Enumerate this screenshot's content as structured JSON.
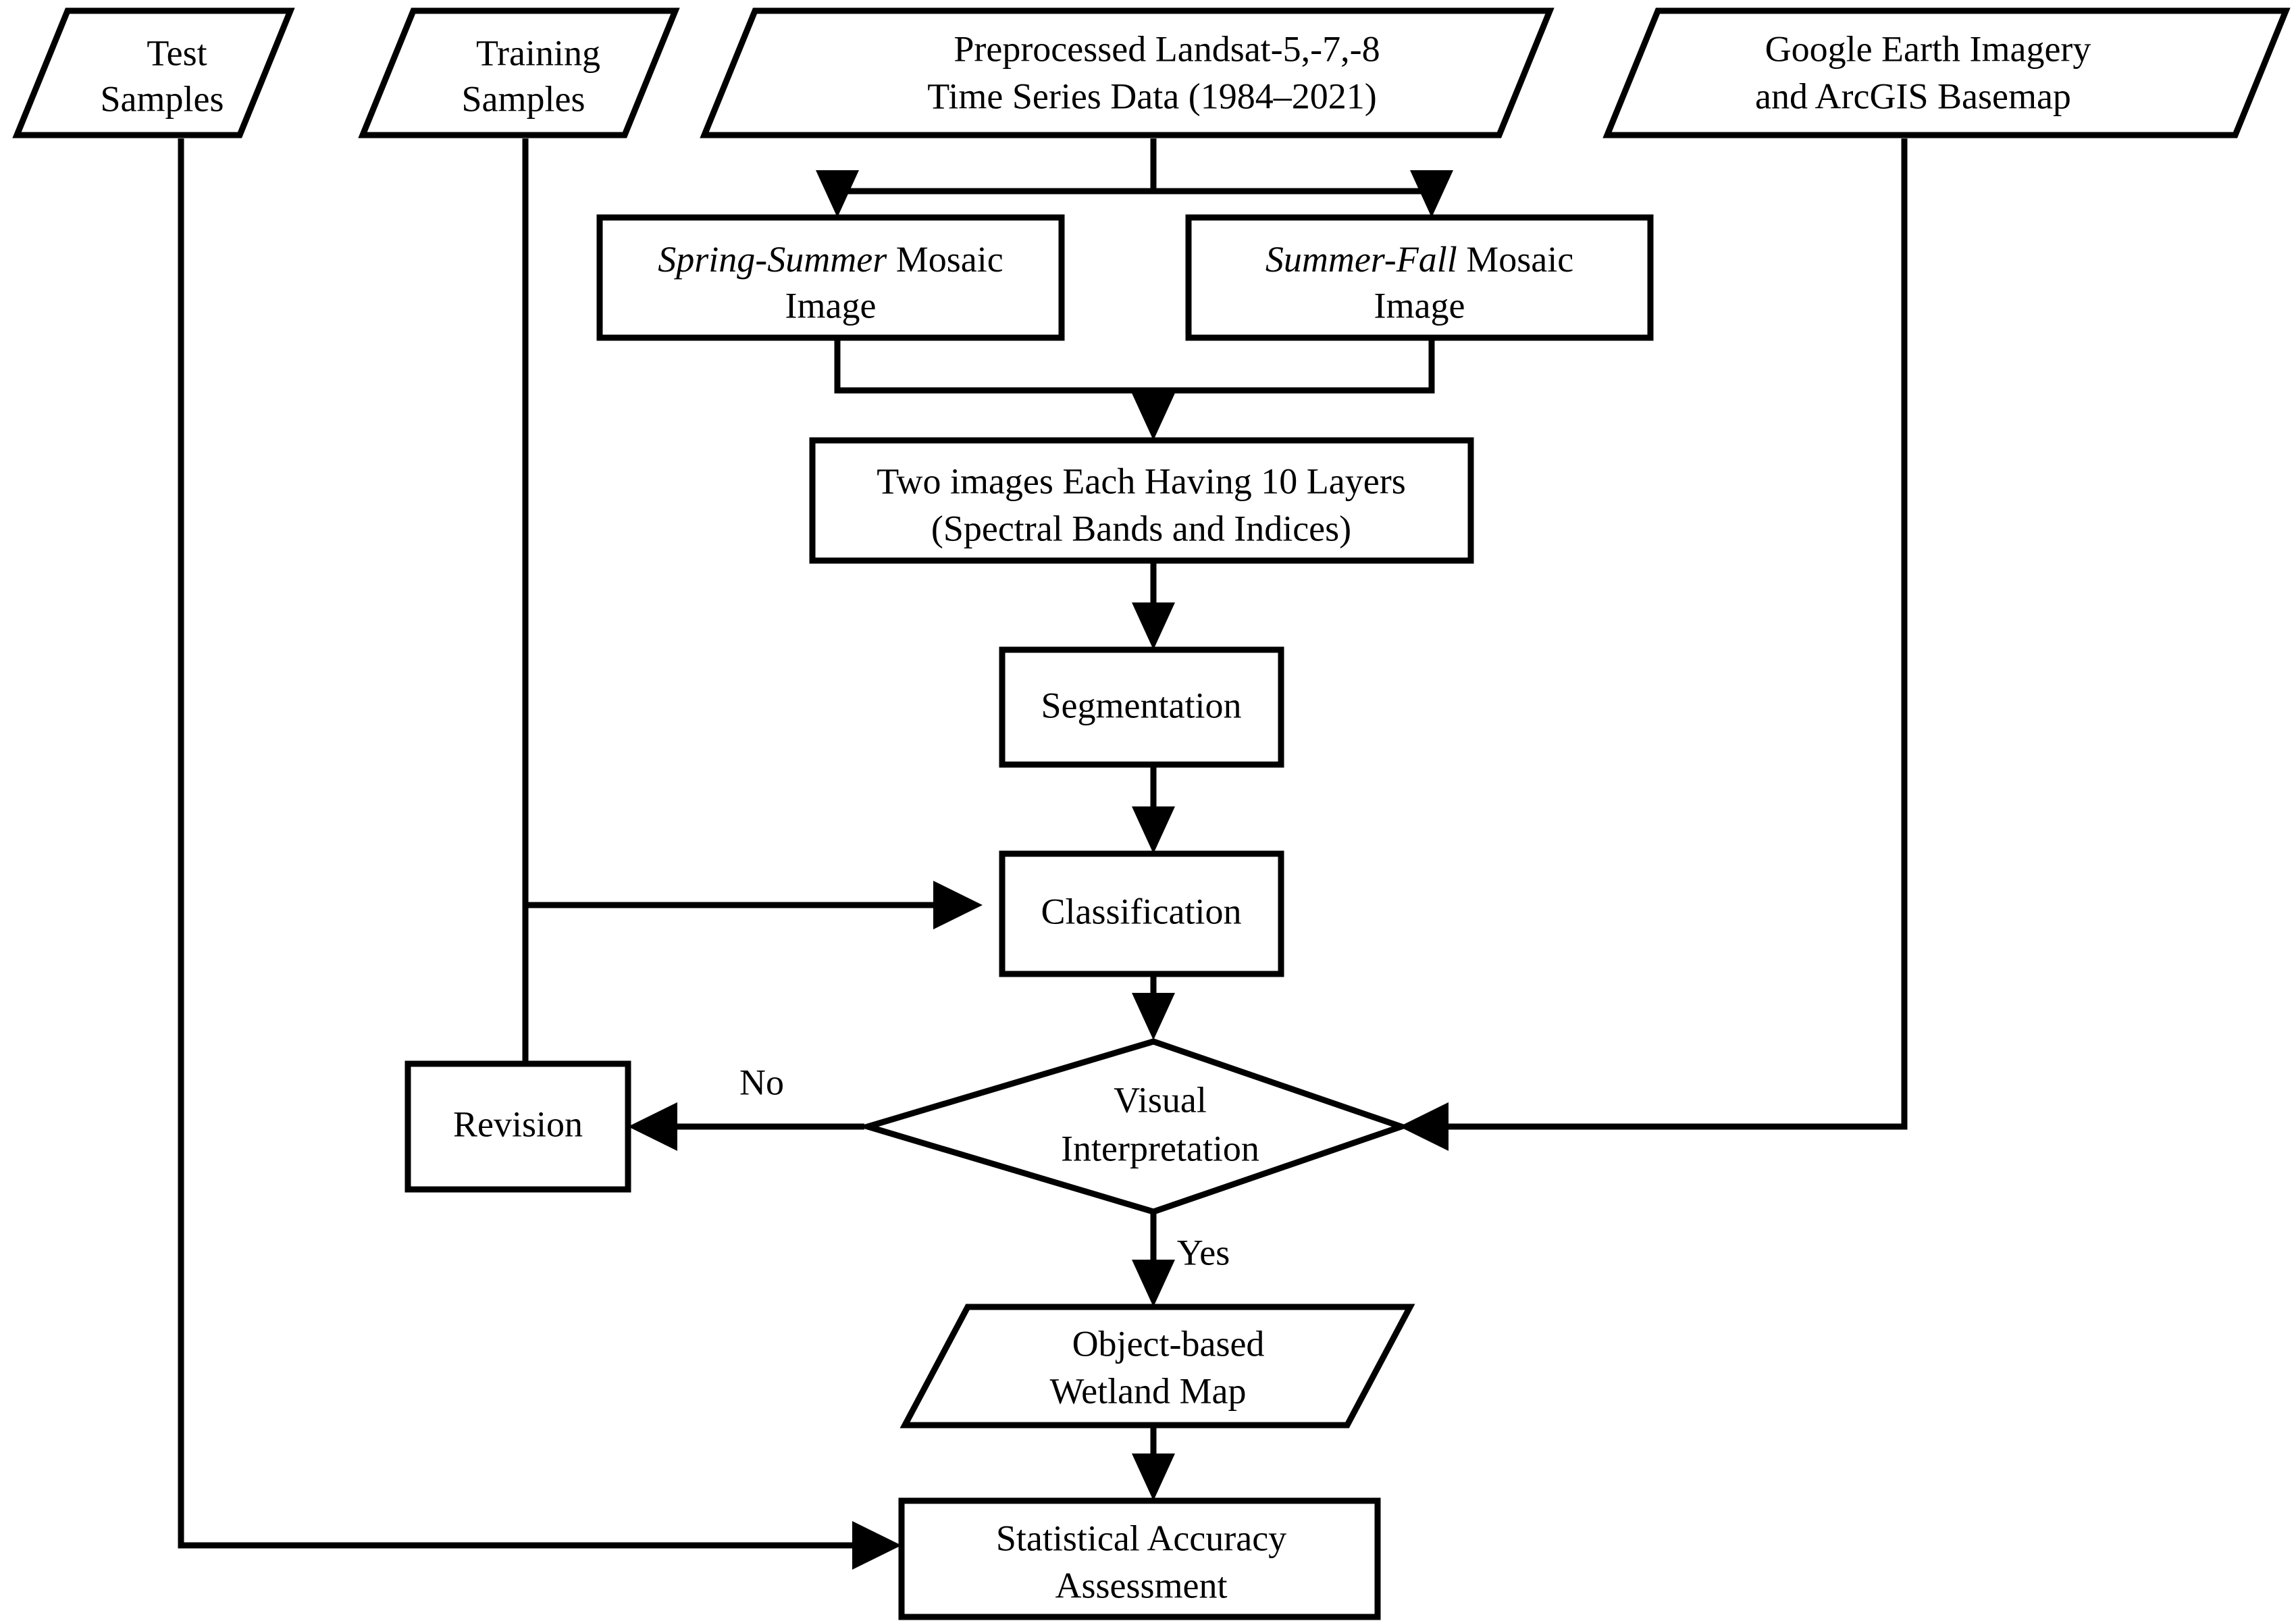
{
  "diagram": {
    "title": "Wetland mapping workflow flowchart",
    "colors": {
      "stroke": "#000000",
      "fill": "#ffffff",
      "text": "#000000"
    },
    "nodes": {
      "test_samples": {
        "line1": "Test",
        "line2": "Samples",
        "shape": "parallelogram"
      },
      "training_samples": {
        "line1": "Training",
        "line2": "Samples",
        "shape": "parallelogram"
      },
      "landsat": {
        "line1": "Preprocessed Landsat-5,-7,-8",
        "line2": "Time Series Data (1984–2021)",
        "shape": "parallelogram"
      },
      "google_earth": {
        "line1": "Google Earth Imagery",
        "line2": "and ArcGIS Basemap",
        "shape": "parallelogram"
      },
      "spring_summer": {
        "line1_em": "Spring-Summer",
        "line1_rest": " Mosaic",
        "line2": "Image",
        "shape": "rectangle"
      },
      "summer_fall": {
        "line1_em": "Summer-Fall",
        "line1_rest": " Mosaic",
        "line2": "Image",
        "shape": "rectangle"
      },
      "two_images": {
        "line1": "Two images Each Having 10 Layers",
        "line2": "(Spectral Bands and Indices)",
        "shape": "rectangle"
      },
      "segmentation": {
        "line1": "Segmentation",
        "shape": "rectangle"
      },
      "classification": {
        "line1": "Classification",
        "shape": "rectangle"
      },
      "revision": {
        "line1": "Revision",
        "shape": "rectangle"
      },
      "visual_interpretation": {
        "line1": "Visual",
        "line2": "Interpretation",
        "shape": "diamond"
      },
      "wetland_map": {
        "line1": "Object-based",
        "line2": "Wetland Map",
        "shape": "parallelogram"
      },
      "accuracy": {
        "line1": "Statistical Accuracy",
        "line2": "Assessment",
        "shape": "rectangle"
      }
    },
    "edge_labels": {
      "no": "No",
      "yes": "Yes"
    }
  }
}
